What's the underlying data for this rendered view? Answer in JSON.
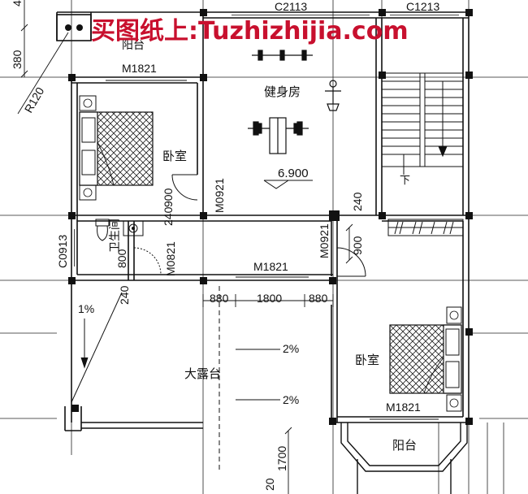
{
  "watermark": "买图纸上:Tuzhizhijia.com",
  "rooms": {
    "balcony_top": "阳台",
    "gym": "健身房",
    "bedroom_left": "卧室",
    "bathroom": "卫生间",
    "terrace": "大露台",
    "bedroom_right": "卧室",
    "balcony_bottom": "阳台"
  },
  "openings": {
    "window_c2113": "C2113",
    "window_c1213": "C1213",
    "door_m1821_top": "M1821",
    "door_m0921_left": "M0921",
    "window_c0913": "C0913",
    "door_m0821": "M0821",
    "door_m1821_mid": "M1821",
    "door_m0921_right": "M0921",
    "door_m1821_bottom": "M1821"
  },
  "dimensions": {
    "d_4": "4",
    "d_380": "380",
    "r_120": "R120",
    "d_900a": "900",
    "d_240a": "240",
    "d_240b": "240",
    "d_900b": "900",
    "d_800": "800",
    "d_240c": "240",
    "d_880a": "880",
    "d_1800": "1800",
    "d_880b": "880",
    "d_1700": "1700",
    "d_20": "20"
  },
  "annotations": {
    "level": "6.900",
    "slope_1": "1%",
    "slope_2a": "2%",
    "slope_2b": "2%",
    "stair_down": "下"
  },
  "colors": {
    "ink": "#111111",
    "watermark": "#c8102e",
    "paper": "#ffffff"
  }
}
